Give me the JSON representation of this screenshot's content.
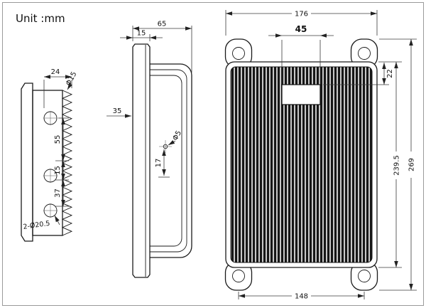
{
  "unit_label": "Unit :mm",
  "left_view": {
    "dim_width": "24",
    "dim_fin": "Φ15",
    "dim_span_a": "55",
    "dim_span_b": "15",
    "dim_span_c": "37",
    "dim_holes": "2-Ø20.5"
  },
  "middle_view": {
    "dim_depth": "65",
    "dim_flange": "15",
    "dim_offset": "35",
    "dim_hole": "Φ5",
    "dim_hole_offset": "17"
  },
  "right_view": {
    "dim_width": "176",
    "dim_window": "45",
    "dim_top_offset": "22",
    "dim_height_overall": "269",
    "dim_height_body": "239.5",
    "dim_hole_spacing": "148"
  }
}
